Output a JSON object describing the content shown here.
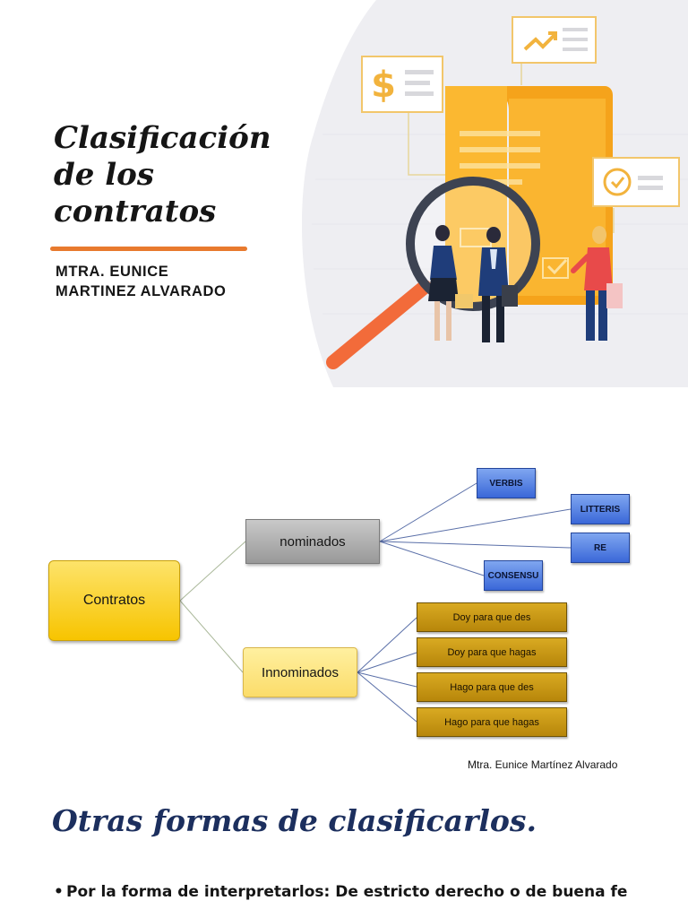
{
  "slide1": {
    "title_lines": [
      "Clasificación",
      "de los",
      "contratos"
    ],
    "author_lines": [
      "MTRA. EUNICE",
      "MARTINEZ ALVARADO"
    ],
    "colors": {
      "accent": "#e87a2e",
      "document": "#f9a825",
      "lens_rim": "#3d4352"
    },
    "illustration_icons": [
      "dollar-icon",
      "trend-up-icon",
      "clock-icon",
      "check-icon",
      "magnifying-glass-icon"
    ]
  },
  "slide2": {
    "root": "Contratos",
    "nominados": {
      "label": "nominados",
      "children": [
        "VERBIS",
        "LITTERIS",
        "RE",
        "CONSENSU"
      ]
    },
    "innominados": {
      "label": "Innominados",
      "children": [
        "Doy para que des",
        "Doy para que hagas",
        "Hago para que des",
        "Hago para que hagas"
      ]
    },
    "credit": "Mtra. Eunice Martínez Alvarado"
  },
  "slide3": {
    "title": "Otras formas de clasificarlos.",
    "bullet_char": "•",
    "bullets": [
      "Por la forma de interpretarlos: De estricto derecho o de buena fe"
    ]
  }
}
